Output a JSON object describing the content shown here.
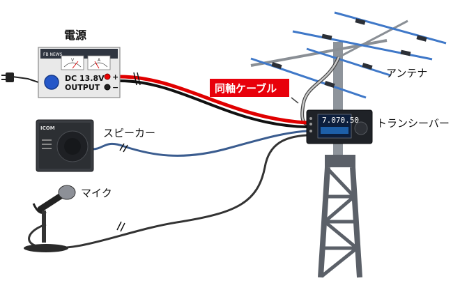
{
  "labels": {
    "power_supply": "電源",
    "antenna": "アンテナ",
    "coax_cable": "同軸ケーブル",
    "transceiver": "トランシーバー",
    "speaker": "スピーカー",
    "microphone": "マイク"
  },
  "power_supply": {
    "brand": "FB NEWS",
    "meter_v": "V",
    "meter_a": "A",
    "voltage": "DC 13.8V",
    "output": "OUTPUT",
    "plus": "+",
    "minus": "−"
  },
  "speaker": {
    "brand": "ICOM"
  },
  "transceiver": {
    "frequency": "7.070.50"
  },
  "colors": {
    "coax_label_bg": "#e8000b",
    "psu_panel": "#e9e9e9",
    "psu_face": "#f7f7f7",
    "red_wire": "#e00000",
    "black_wire": "#111111",
    "blue_wire": "#3a5c8f",
    "gray_wire": "#333333",
    "antenna_element": "#3f78c8",
    "tower": "#5b6068",
    "knob": "#2557c8"
  }
}
